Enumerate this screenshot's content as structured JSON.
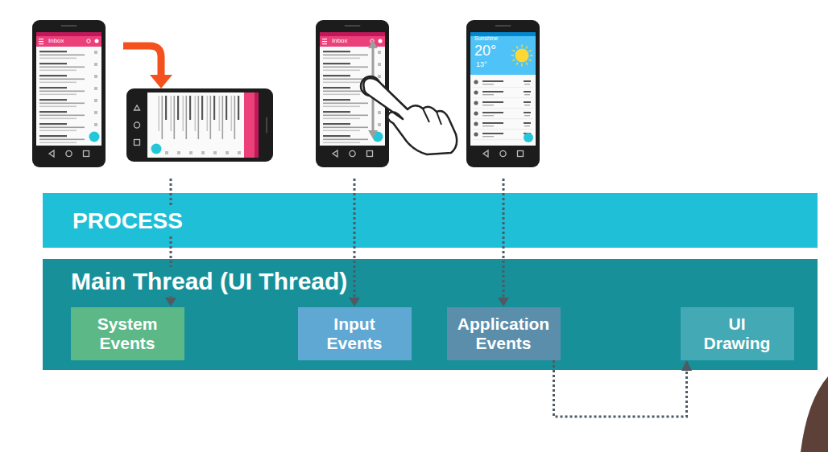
{
  "diagram": {
    "nodes": [
      {
        "text": [
          "PROCESS"
        ]
      },
      {
        "text": [
          "Main Thread (UI Thread)"
        ]
      },
      {
        "text": [
          "System Events"
        ],
        "in": 1
      },
      {
        "text": [
          "Input Events"
        ],
        "in": 1
      },
      {
        "text": [
          "Application Events"
        ],
        "in": 1
      },
      {
        "text": [
          "UI Drawing"
        ],
        "in": 1
      }
    ],
    "edges": [
      {
        "from": 4,
        "to": 5,
        "arrow": "to"
      }
    ],
    "labels": [
      "Inbox",
      "Inbox",
      "Sunshine",
      "20°",
      "13°"
    ]
  }
}
